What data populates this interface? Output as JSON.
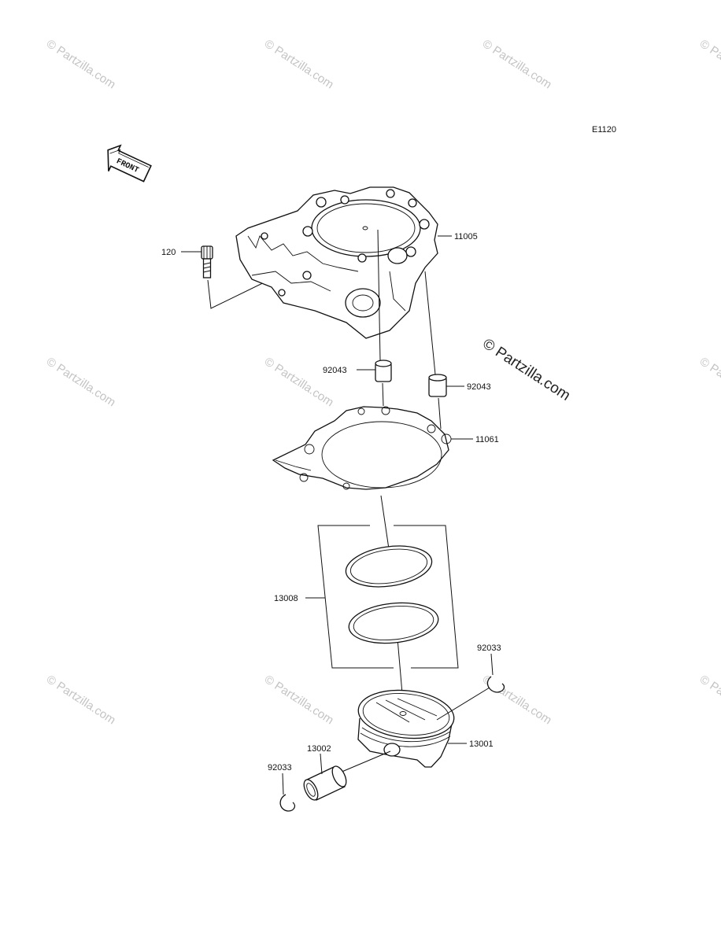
{
  "diagram": {
    "code": "E1120",
    "front_arrow_text": "FRONT",
    "watermark_text": "© Partzilla.com",
    "watermark_center_text": "© Partzilla.com",
    "parts": {
      "bolt": "120",
      "cylinder": "11005",
      "dowel_left": "92043",
      "dowel_right": "92043",
      "gasket": "11061",
      "ring_set": "13008",
      "circlip_right": "92033",
      "piston": "13001",
      "piston_pin": "13002",
      "circlip_left": "92033"
    }
  }
}
